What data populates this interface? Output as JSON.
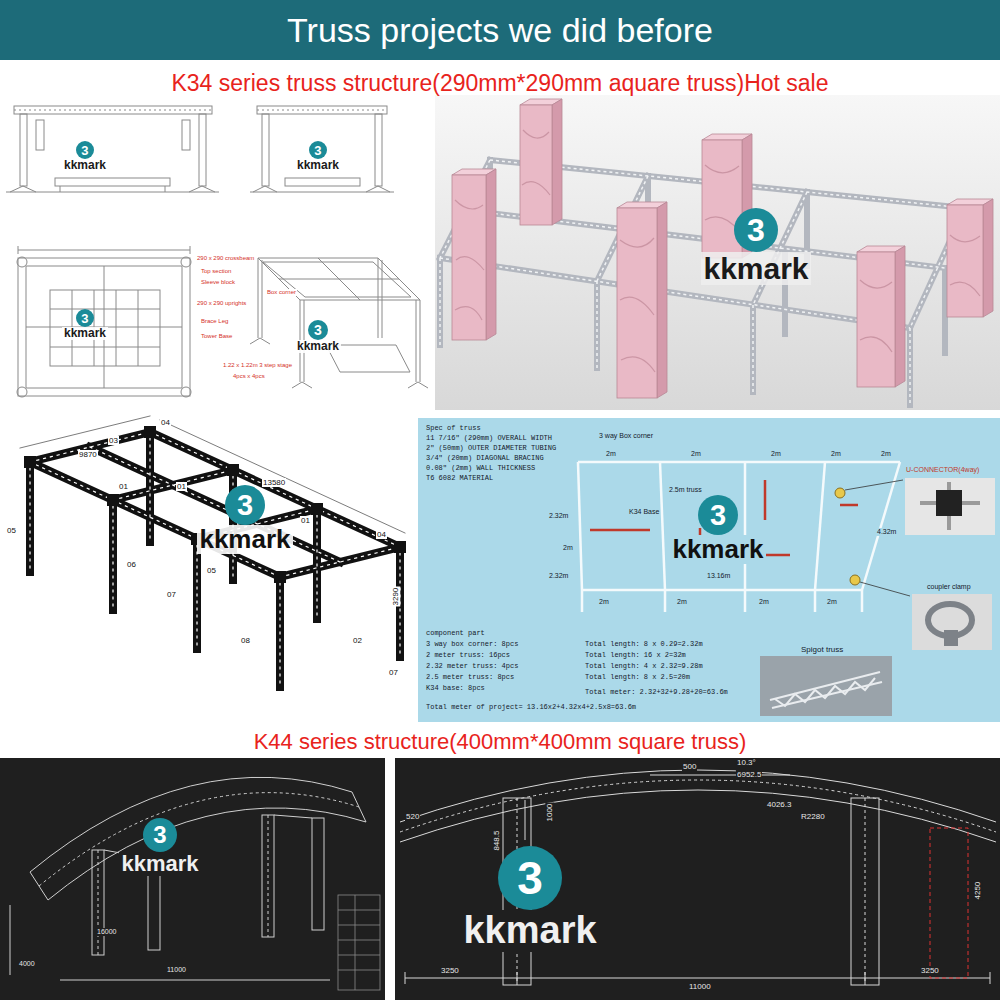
{
  "diagram": {
    "title": "Truss projects we did before",
    "nodes": [
      {
        "text": [
          "3",
          "kkmark"
        ]
      },
      {
        "text": [
          "3",
          "kkmark"
        ]
      },
      {
        "text": [
          "3",
          "kkmark"
        ]
      },
      {
        "text": [
          "3",
          "kkmark"
        ]
      },
      {
        "text": [
          "3",
          "kkmark"
        ]
      },
      {
        "text": [
          "3",
          "kkmark"
        ]
      },
      {
        "text": [
          "3",
          "kkmark"
        ]
      },
      {
        "text": [
          "3",
          "kkmark"
        ]
      },
      {
        "text": [
          "3",
          "kkmark"
        ]
      }
    ],
    "labels": [
      "K34 series truss structure(290mm*290mm aquare truss)Hot sale",
      "290 x 290 crossbeam",
      "Top section",
      "Sleeve block",
      "Box corner",
      "290 x 290 uprights",
      "Brace Leg",
      "Tower Base",
      "1.22 x 1.22m 3 step stage",
      "4pcs x 4pcs",
      "04",
      "03",
      "9870",
      "13580",
      "05",
      "01",
      "01",
      "06",
      "07",
      "01",
      "05",
      "08",
      "02",
      "07",
      "3290",
      "04",
      "Spec of truss",
      "11 7/16\" (290mm) OVERALL WIDTH",
      "2\" (50mm) OUTER DIAMETER TUBING",
      "3/4\" (20mm) DIAGONAL BRACING",
      "0.08\" (2mm) WALL THICKNESS",
      "T6 6082 MATERIAL",
      "3 way Box corner",
      "2m",
      "2m",
      "2m",
      "2m",
      "2m",
      "2.5m truss",
      "K34 Base",
      "2.32m",
      "2m",
      "2.32m",
      "2m",
      "13.16m",
      "2m",
      "2m",
      "2m",
      "4.32m",
      "U-CONNECTOR(4way)",
      "coupler clamp",
      "Spigot truss",
      "component part",
      "3 way box corner: 8pcs",
      "2 meter truss: 16pcs",
      "2.32 meter truss: 4pcs",
      "2.5 meter truss: 8pcs",
      "K34 base: 8pcs",
      "Total length: 8 x 0.29=2.32m",
      "Total length: 16 x 2=32m",
      "Total length: 4 x 2.32=9.28m",
      "Total length: 8 x 2.5=20m",
      "Total meter: 2.32+32+9.28+20=63.6m",
      "Total meter of project= 13.16x2+4.32x4+2.5x8=63.6m",
      "K44 series structure(400mm*400mm square truss)",
      "16000",
      "11000",
      "4000",
      "500",
      "10.3°",
      "6952.5",
      "4026.3",
      "R2280",
      "520",
      "848.5",
      "1000",
      "4250",
      "3250",
      "11000",
      "3250"
    ]
  }
}
